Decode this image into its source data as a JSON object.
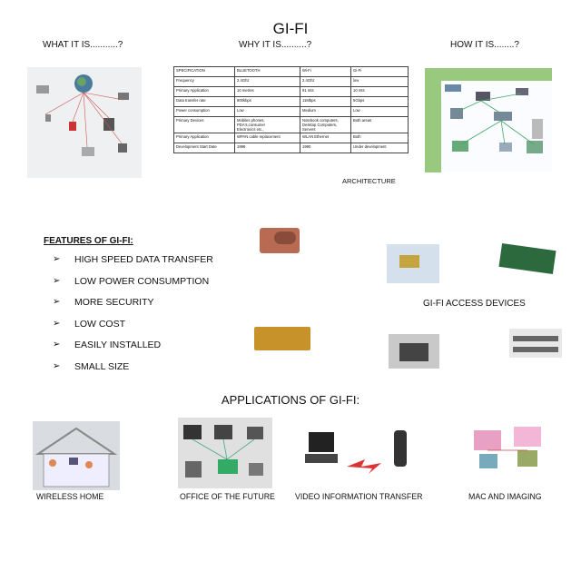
{
  "title": "GI-FI",
  "headers": {
    "what": "WHAT IT IS...........?",
    "why": "WHY IT IS..........?",
    "how": "HOW  IT IS........?"
  },
  "comparison_table": {
    "rows": [
      [
        "SPECIFICATION",
        "BLUETOOTH",
        "Wi-Fi",
        "Gi-Fi"
      ],
      [
        "Frequency",
        "2.4Ghz",
        "2.4Ghz",
        "low"
      ],
      [
        "Primary Application",
        "10 metres",
        "91 mts",
        "10 mts"
      ],
      [
        "Data transfer rate",
        "800kbps",
        "11Mbps",
        "5Gbps"
      ],
      [
        "Power consumption",
        "Low",
        "Medium",
        "Low"
      ],
      [
        "Primary Devices",
        "Mobiles phones,\nPDA's,consumer\nElectronics etc.,",
        "Notebook computers,\nDesktop Computers,\nServers",
        "Both areas"
      ],
      [
        "Primary Application",
        "WPAN cable replacement",
        "WLAN Ethernet",
        "Both"
      ],
      [
        "Development Start Date",
        "1998",
        "1990",
        "Under development"
      ]
    ]
  },
  "architecture_label": "ARCHITECTURE",
  "features": {
    "title": "FEATURES OF GI-FI:",
    "items": [
      "HIGH SPEED DATA TRANSFER",
      "LOW POWER CONSUMPTION",
      "MORE SECURITY",
      "LOW COST",
      "EASILY INSTALLED",
      "SMALL SIZE"
    ]
  },
  "devices_label": "GI-FI ACCESS  DEVICES",
  "applications": {
    "title": "APPLICATIONS  OF GI-FI:",
    "items": [
      "WIRELESS HOME",
      "OFFICE OF THE FUTURE",
      "VIDEO  INFORMATION TRANSFER",
      "MAC AND IMAGING"
    ]
  },
  "colors": {
    "accent_bar": "#98c97e",
    "text": "#111111"
  }
}
